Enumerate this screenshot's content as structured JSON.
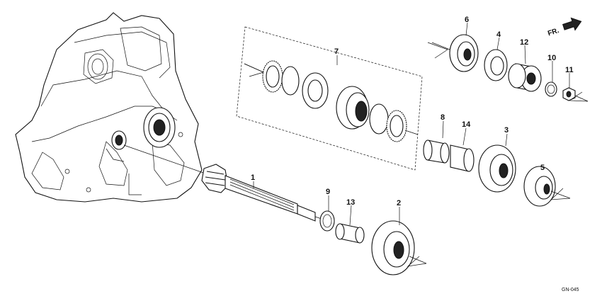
{
  "diagram": {
    "direction_label": "FR.",
    "diagram_code": "GN-045",
    "callouts": [
      {
        "id": "c1",
        "text": "1"
      },
      {
        "id": "c2",
        "text": "2"
      },
      {
        "id": "c3",
        "text": "3"
      },
      {
        "id": "c4",
        "text": "4"
      },
      {
        "id": "c5",
        "text": "5"
      },
      {
        "id": "c6",
        "text": "6"
      },
      {
        "id": "c7",
        "text": "7"
      },
      {
        "id": "c8",
        "text": "8"
      },
      {
        "id": "c9",
        "text": "9"
      },
      {
        "id": "c10",
        "text": "10"
      },
      {
        "id": "c11",
        "text": "11"
      },
      {
        "id": "c12",
        "text": "12"
      },
      {
        "id": "c13",
        "text": "13"
      },
      {
        "id": "c14",
        "text": "14"
      }
    ]
  }
}
